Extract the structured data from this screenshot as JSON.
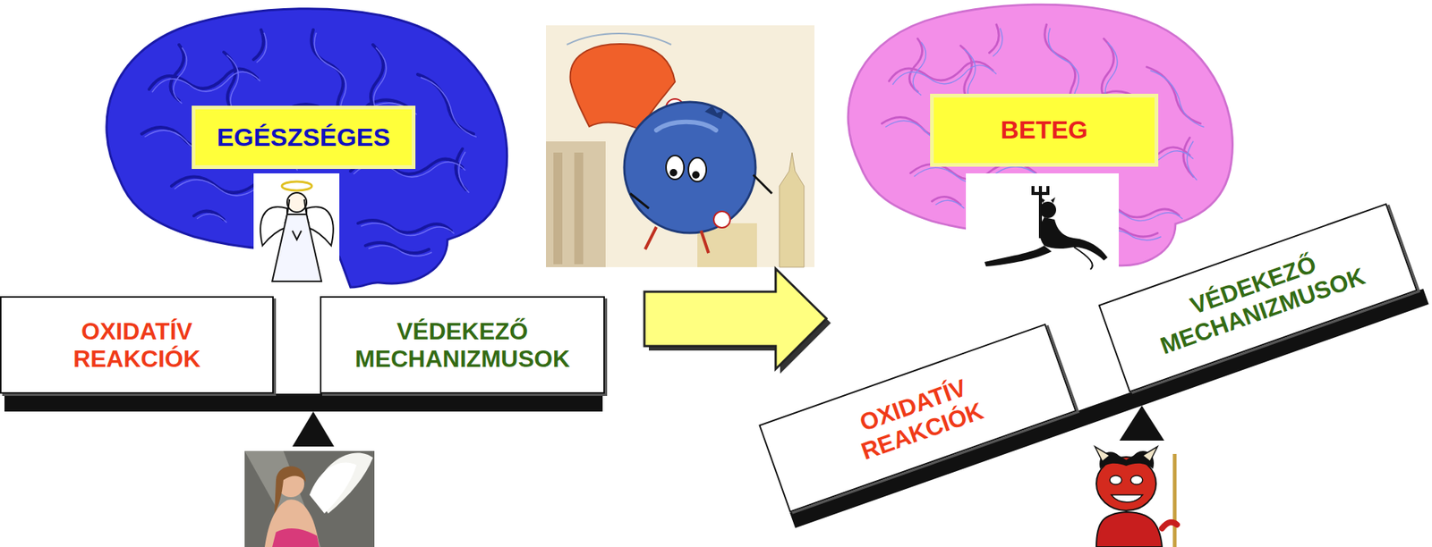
{
  "diagram": {
    "nodes": [
      {
        "text": [
          "EGÉSZSÉGES"
        ]
      },
      {
        "text": [
          "OXIDATÍV REAKCIÓK"
        ]
      },
      {
        "text": [
          "VÉDEKEZŐ MECHANIZMUSOK"
        ]
      },
      {
        "text": [
          "BETEG"
        ]
      },
      {
        "text": [
          "OXIDATÍV REAKCIÓK"
        ]
      },
      {
        "text": [
          "VÉDEKEZŐ MECHANIZMUSOK"
        ]
      }
    ]
  }
}
